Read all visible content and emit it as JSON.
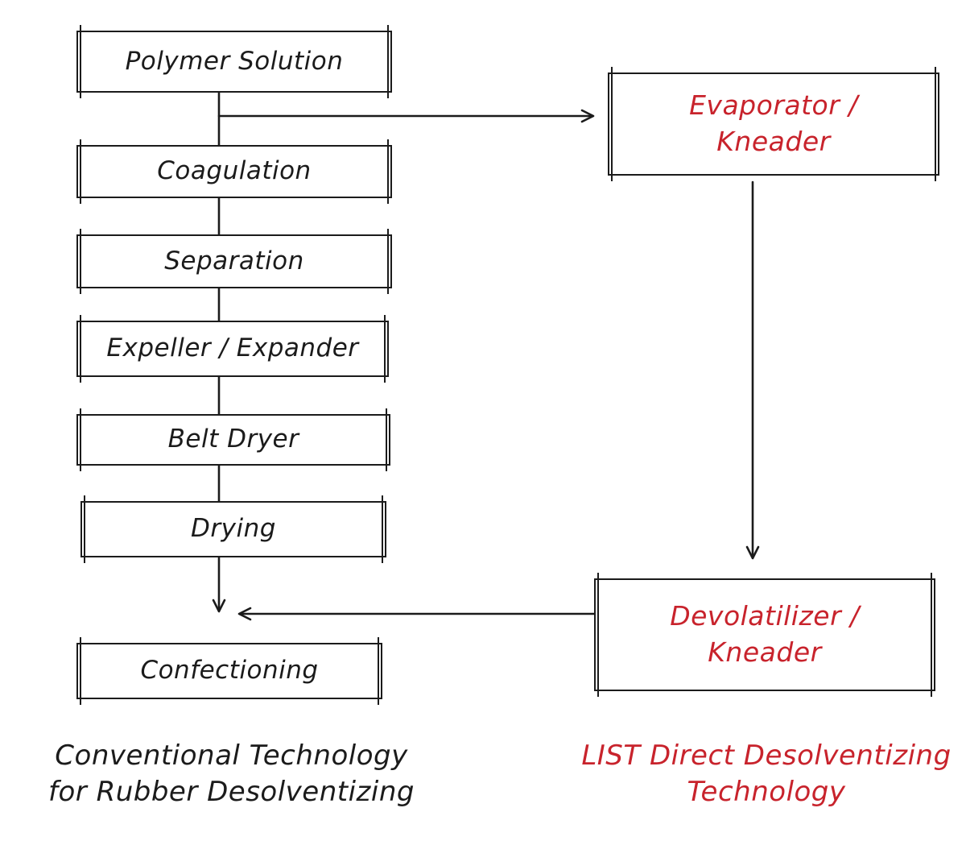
{
  "diagram": {
    "left": {
      "boxes": [
        {
          "label": "Polymer Solution"
        },
        {
          "label": "Coagulation"
        },
        {
          "label": "Separation"
        },
        {
          "label": "Expeller / Expander"
        },
        {
          "label": "Belt Dryer"
        },
        {
          "label": "Drying"
        },
        {
          "label": "Confectioning"
        }
      ],
      "caption": {
        "line1": "Conventional Technology",
        "line2": "for Rubber Desolventizing"
      }
    },
    "right": {
      "boxes": [
        {
          "line1": "Evaporator /",
          "line2": "Kneader"
        },
        {
          "line1": "Devolatilizer /",
          "line2": "Kneader"
        }
      ],
      "caption": {
        "line1": "LIST Direct Desolventizing",
        "line2": "Technology"
      }
    },
    "colors": {
      "ink": "#1b1b1b",
      "accent_red": "#c8232c",
      "background": "#ffffff"
    }
  }
}
